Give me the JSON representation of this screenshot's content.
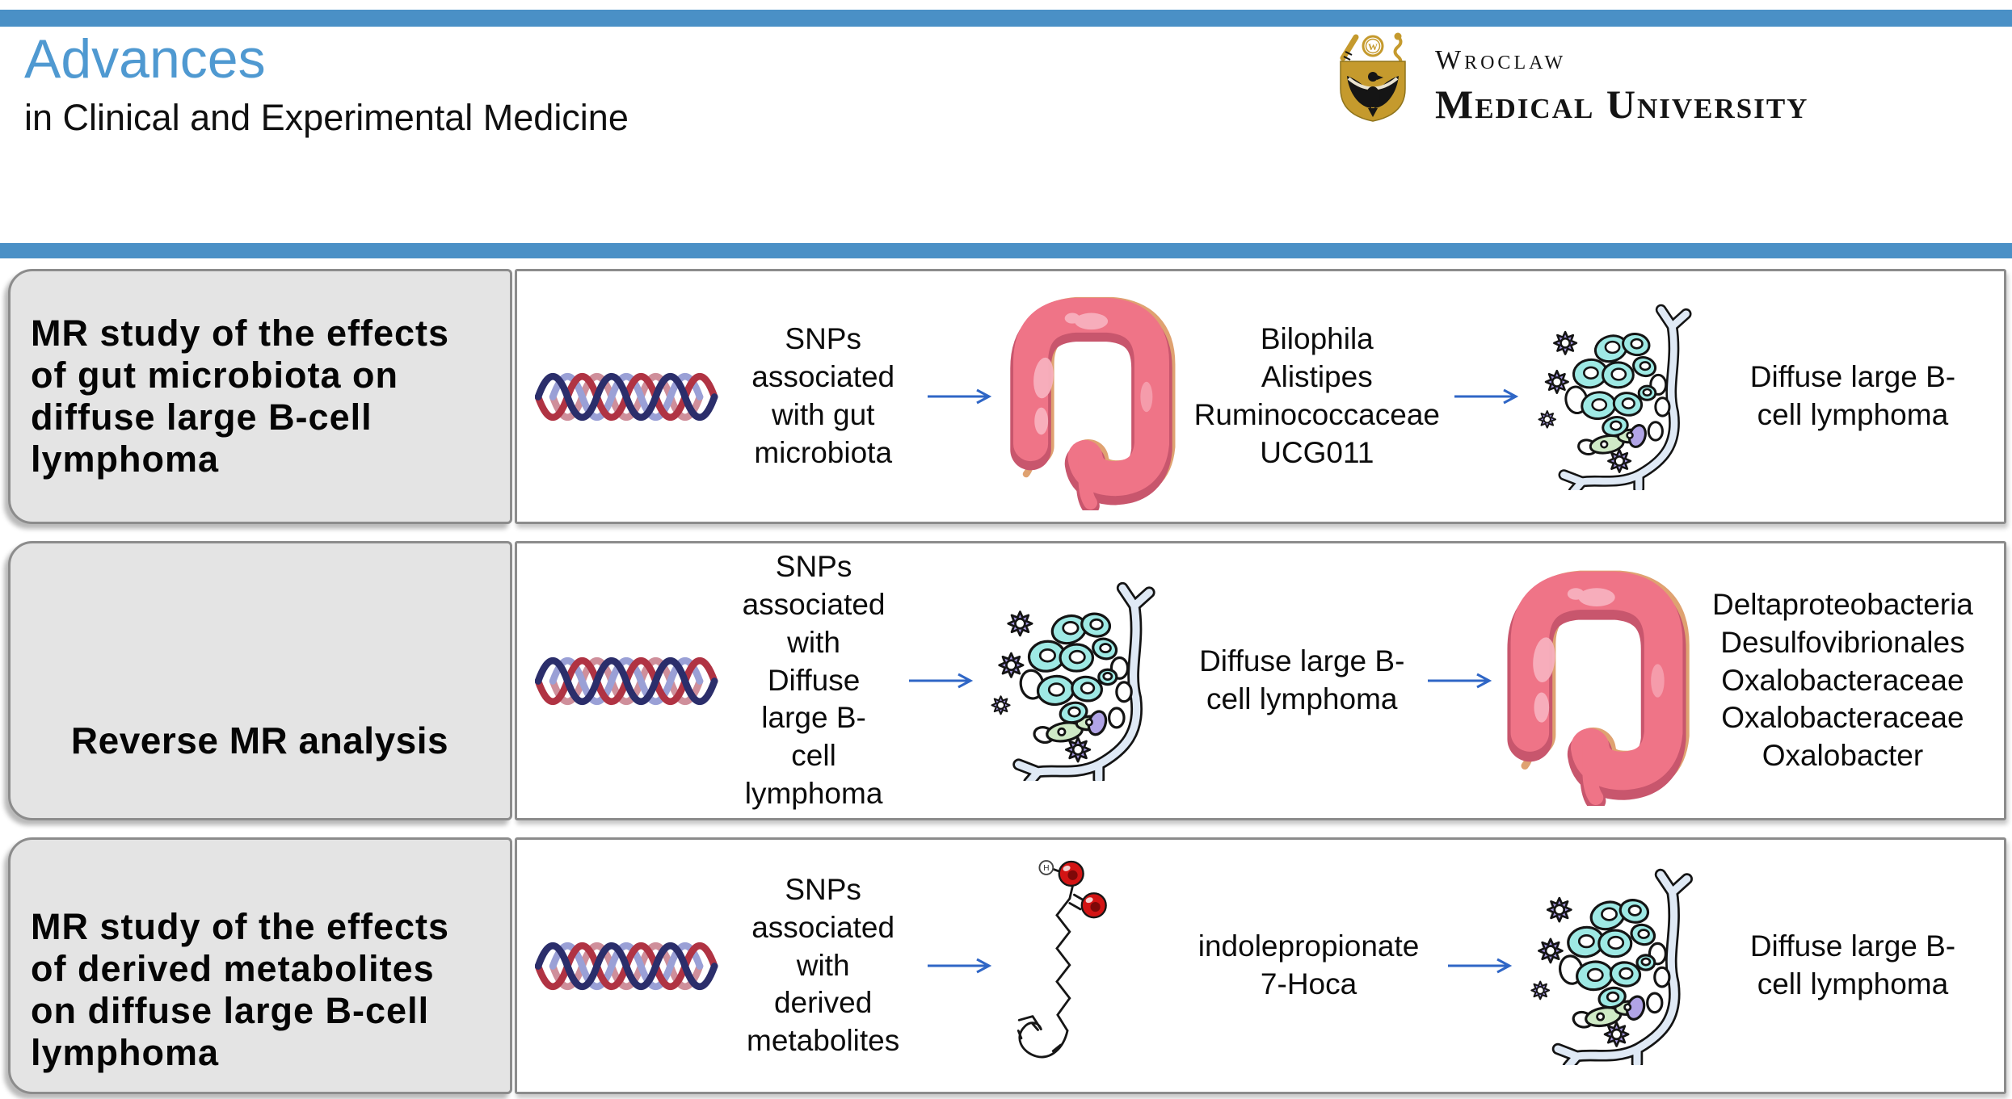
{
  "header": {
    "journal_title": "Advances",
    "journal_subtitle": "in Clinical and Experimental Medicine",
    "university": {
      "line1": "Wroclaw",
      "line2": "Medical University"
    }
  },
  "colors": {
    "accent_blue": "#4a90c6",
    "arrow_blue": "#2f66c6",
    "panel_gray": "#e4e4e4",
    "border_gray": "#8c8c8c",
    "journal_blue": "#4f99d1",
    "logo_gold": "#c59a2d",
    "colon_pink": "#ef7487",
    "cell_cyan": "#9ee9e4",
    "cell_purple": "#a89ae3"
  },
  "icons": {
    "exposure": "dna-helix-icon",
    "arrow": "arrow-right-icon",
    "gut": "large-intestine-illustration",
    "lymphoma": "lymphoma-cells-illustration",
    "metabolite": "fatty-acid-molecule-illustration",
    "logo": "university-crest-icon"
  },
  "rows": [
    {
      "title": "MR study of the effects\nof gut microbiota on\ndiffuse large B-cell\nlymphoma",
      "exposure_text": "SNPs\nassociated\nwith gut\nmicrobiota",
      "mediator_text": "Bilophila\nAlistipes\nRuminococcaceae\nUCG011",
      "outcome_text": "Diffuse large B-\ncell lymphoma"
    },
    {
      "title": "Reverse MR analysis",
      "exposure_text": "SNPs\nassociated\nwith\nDiffuse\nlarge B-\ncell\nlymphoma",
      "mediator_text": "Diffuse large B-\ncell lymphoma",
      "outcome_text": "Deltaproteobacteria\nDesulfovibrionales\nOxalobacteraceae\nOxalobacteraceae\nOxalobacter"
    },
    {
      "title": "MR study of the effects\nof derived metabolites\non diffuse large B-cell\nlymphoma",
      "exposure_text": "SNPs\nassociated\nwith\nderived\nmetabolites",
      "mediator_text": "indolepropionate\n7-Hoca",
      "outcome_text": "Diffuse large B-\ncell lymphoma"
    }
  ]
}
